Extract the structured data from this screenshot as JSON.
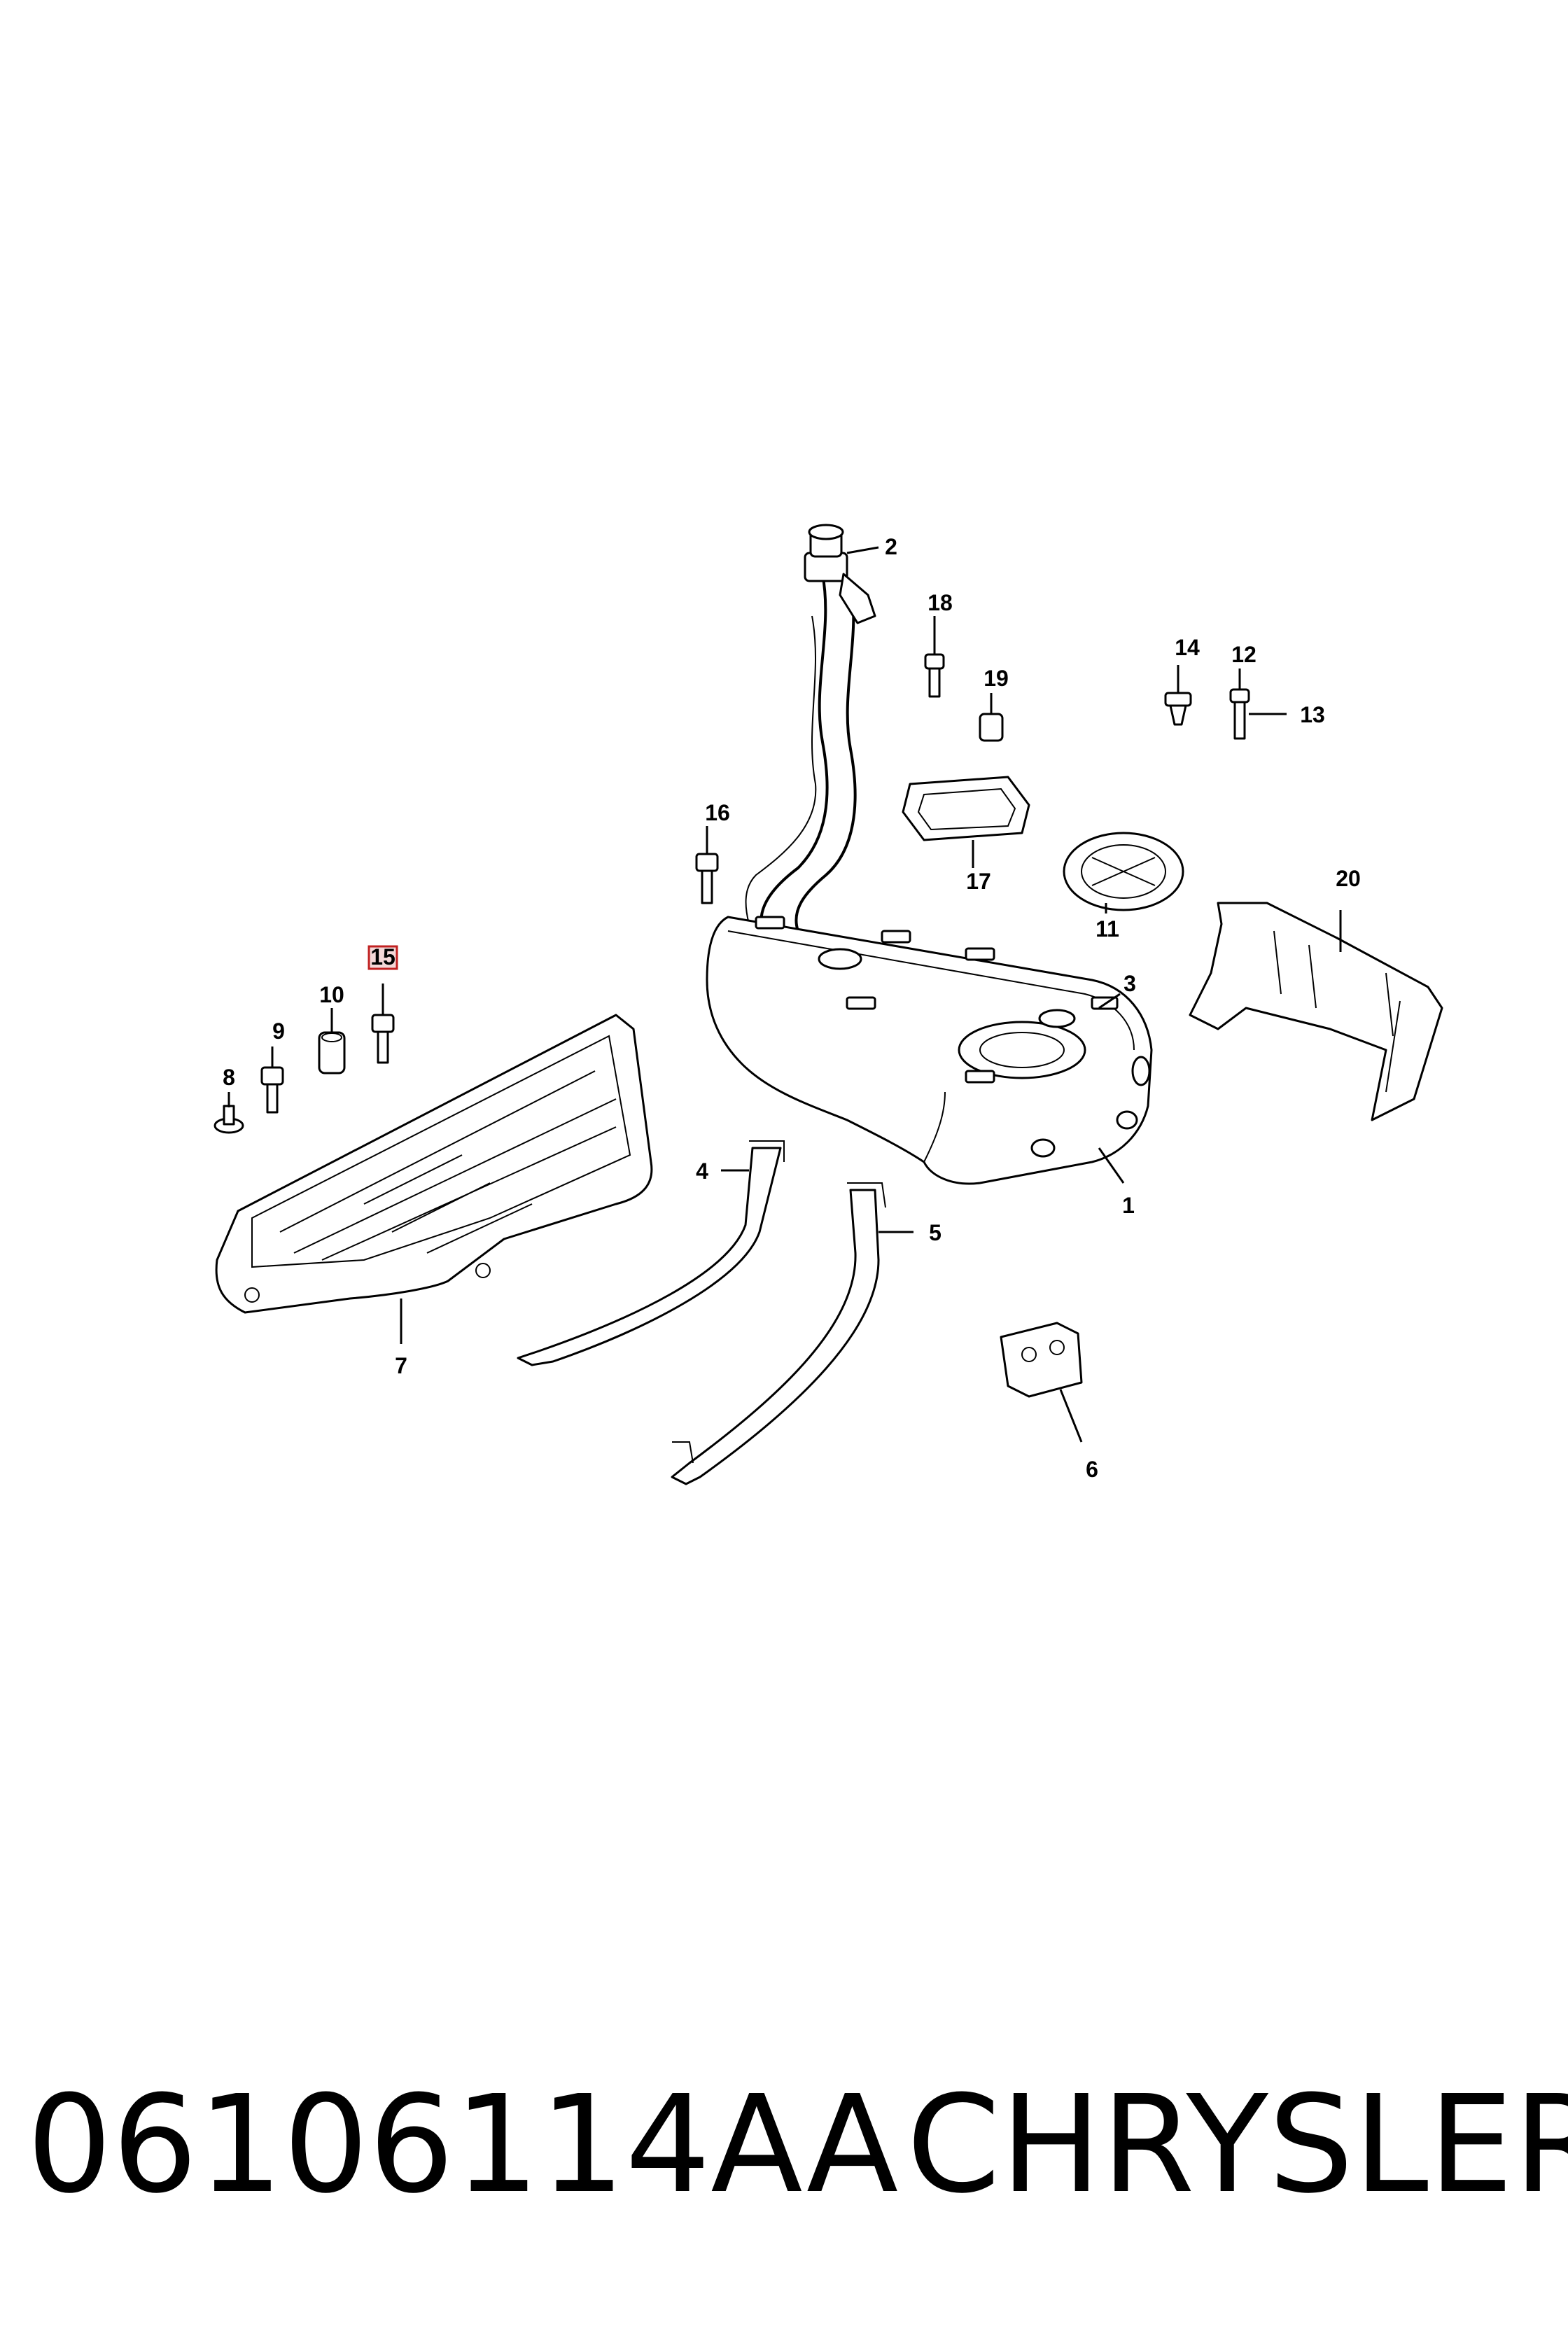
{
  "part_number": "06106114AA",
  "brand": "CHRYSLER",
  "highlighted_callout": "15",
  "highlight_color": "#c02020",
  "callouts": {
    "c1": "1",
    "c2": "2",
    "c3": "3",
    "c4": "4",
    "c5": "5",
    "c6": "6",
    "c7": "7",
    "c8": "8",
    "c9": "9",
    "c10": "10",
    "c11": "11",
    "c12": "12",
    "c13": "13",
    "c14": "14",
    "c15": "15",
    "c16": "16",
    "c17": "17",
    "c18": "18",
    "c19": "19",
    "c20": "20"
  }
}
